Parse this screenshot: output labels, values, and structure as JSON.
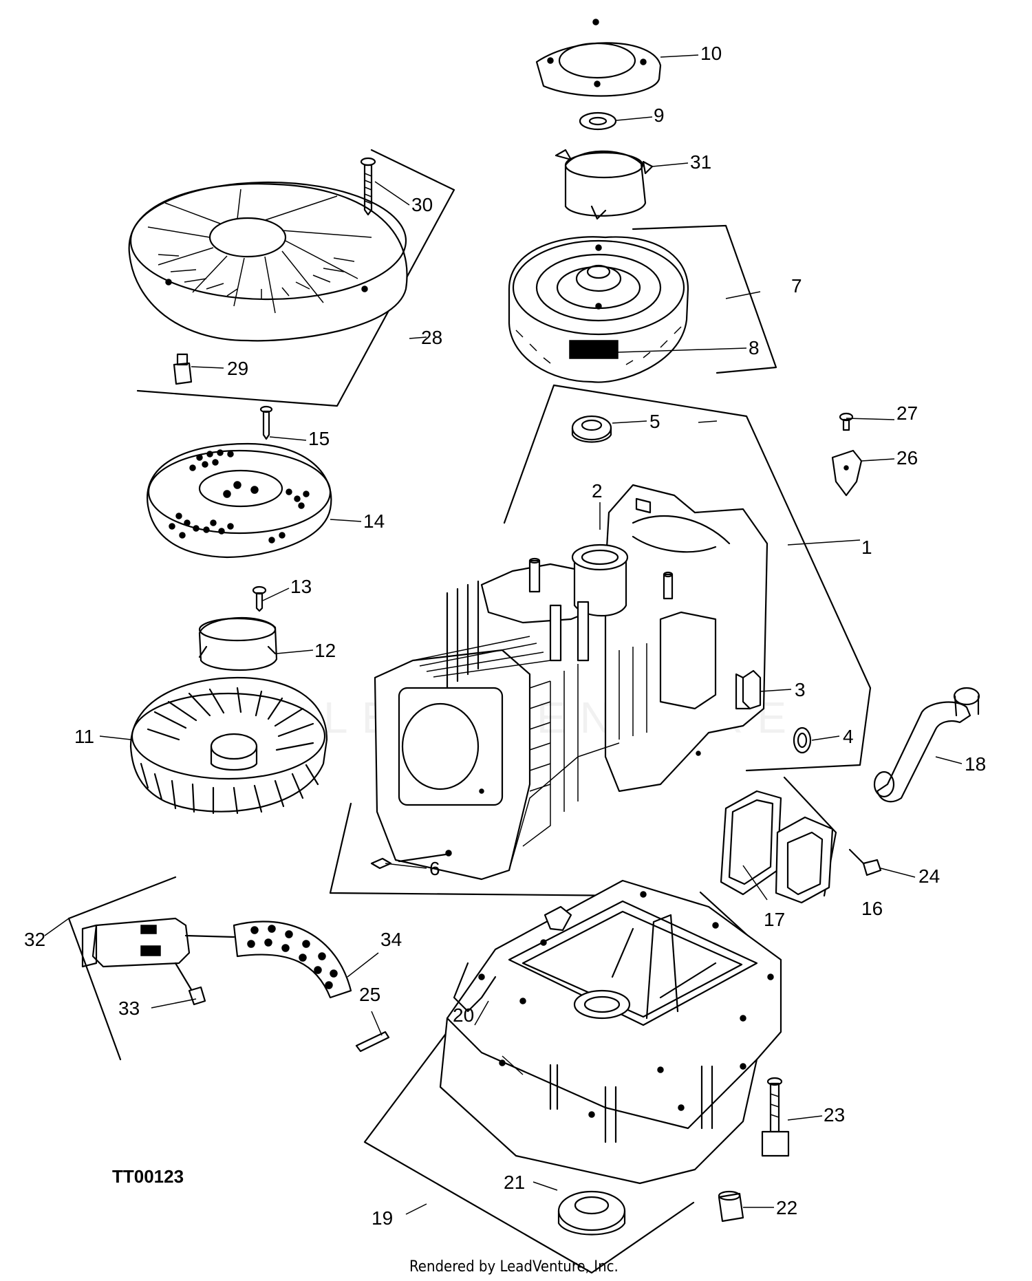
{
  "figure_id": "TT00123",
  "watermark": "LEADVENTURE",
  "footer": "Rendered by LeadVenture, Inc.",
  "callouts": {
    "c1": "1",
    "c2": "2",
    "c3": "3",
    "c4": "4",
    "c5": "5",
    "c6": "6",
    "c7": "7",
    "c8": "8",
    "c9": "9",
    "c10": "10",
    "c11": "11",
    "c12": "12",
    "c13": "13",
    "c14": "14",
    "c15": "15",
    "c16": "16",
    "c17": "17",
    "c18": "18",
    "c19": "19",
    "c20": "20",
    "c21": "21",
    "c22": "22",
    "c23": "23",
    "c24": "24",
    "c25": "25",
    "c26": "26",
    "c27": "27",
    "c28": "28",
    "c29": "29",
    "c30": "30",
    "c31": "31",
    "c32": "32",
    "c33": "33",
    "c34": "34"
  }
}
